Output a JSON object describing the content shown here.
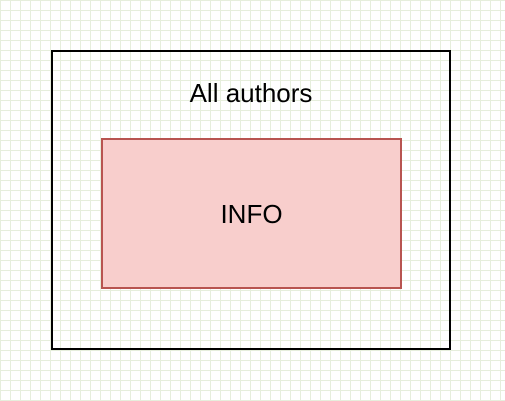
{
  "diagram": {
    "container": {
      "label": "All authors",
      "stroke_color": "#000000",
      "fill_color": "transparent"
    },
    "info_block": {
      "label": "INFO",
      "stroke_color": "#b85450",
      "fill_color": "#f8cecc"
    },
    "grid_color": "#e6eedc"
  }
}
